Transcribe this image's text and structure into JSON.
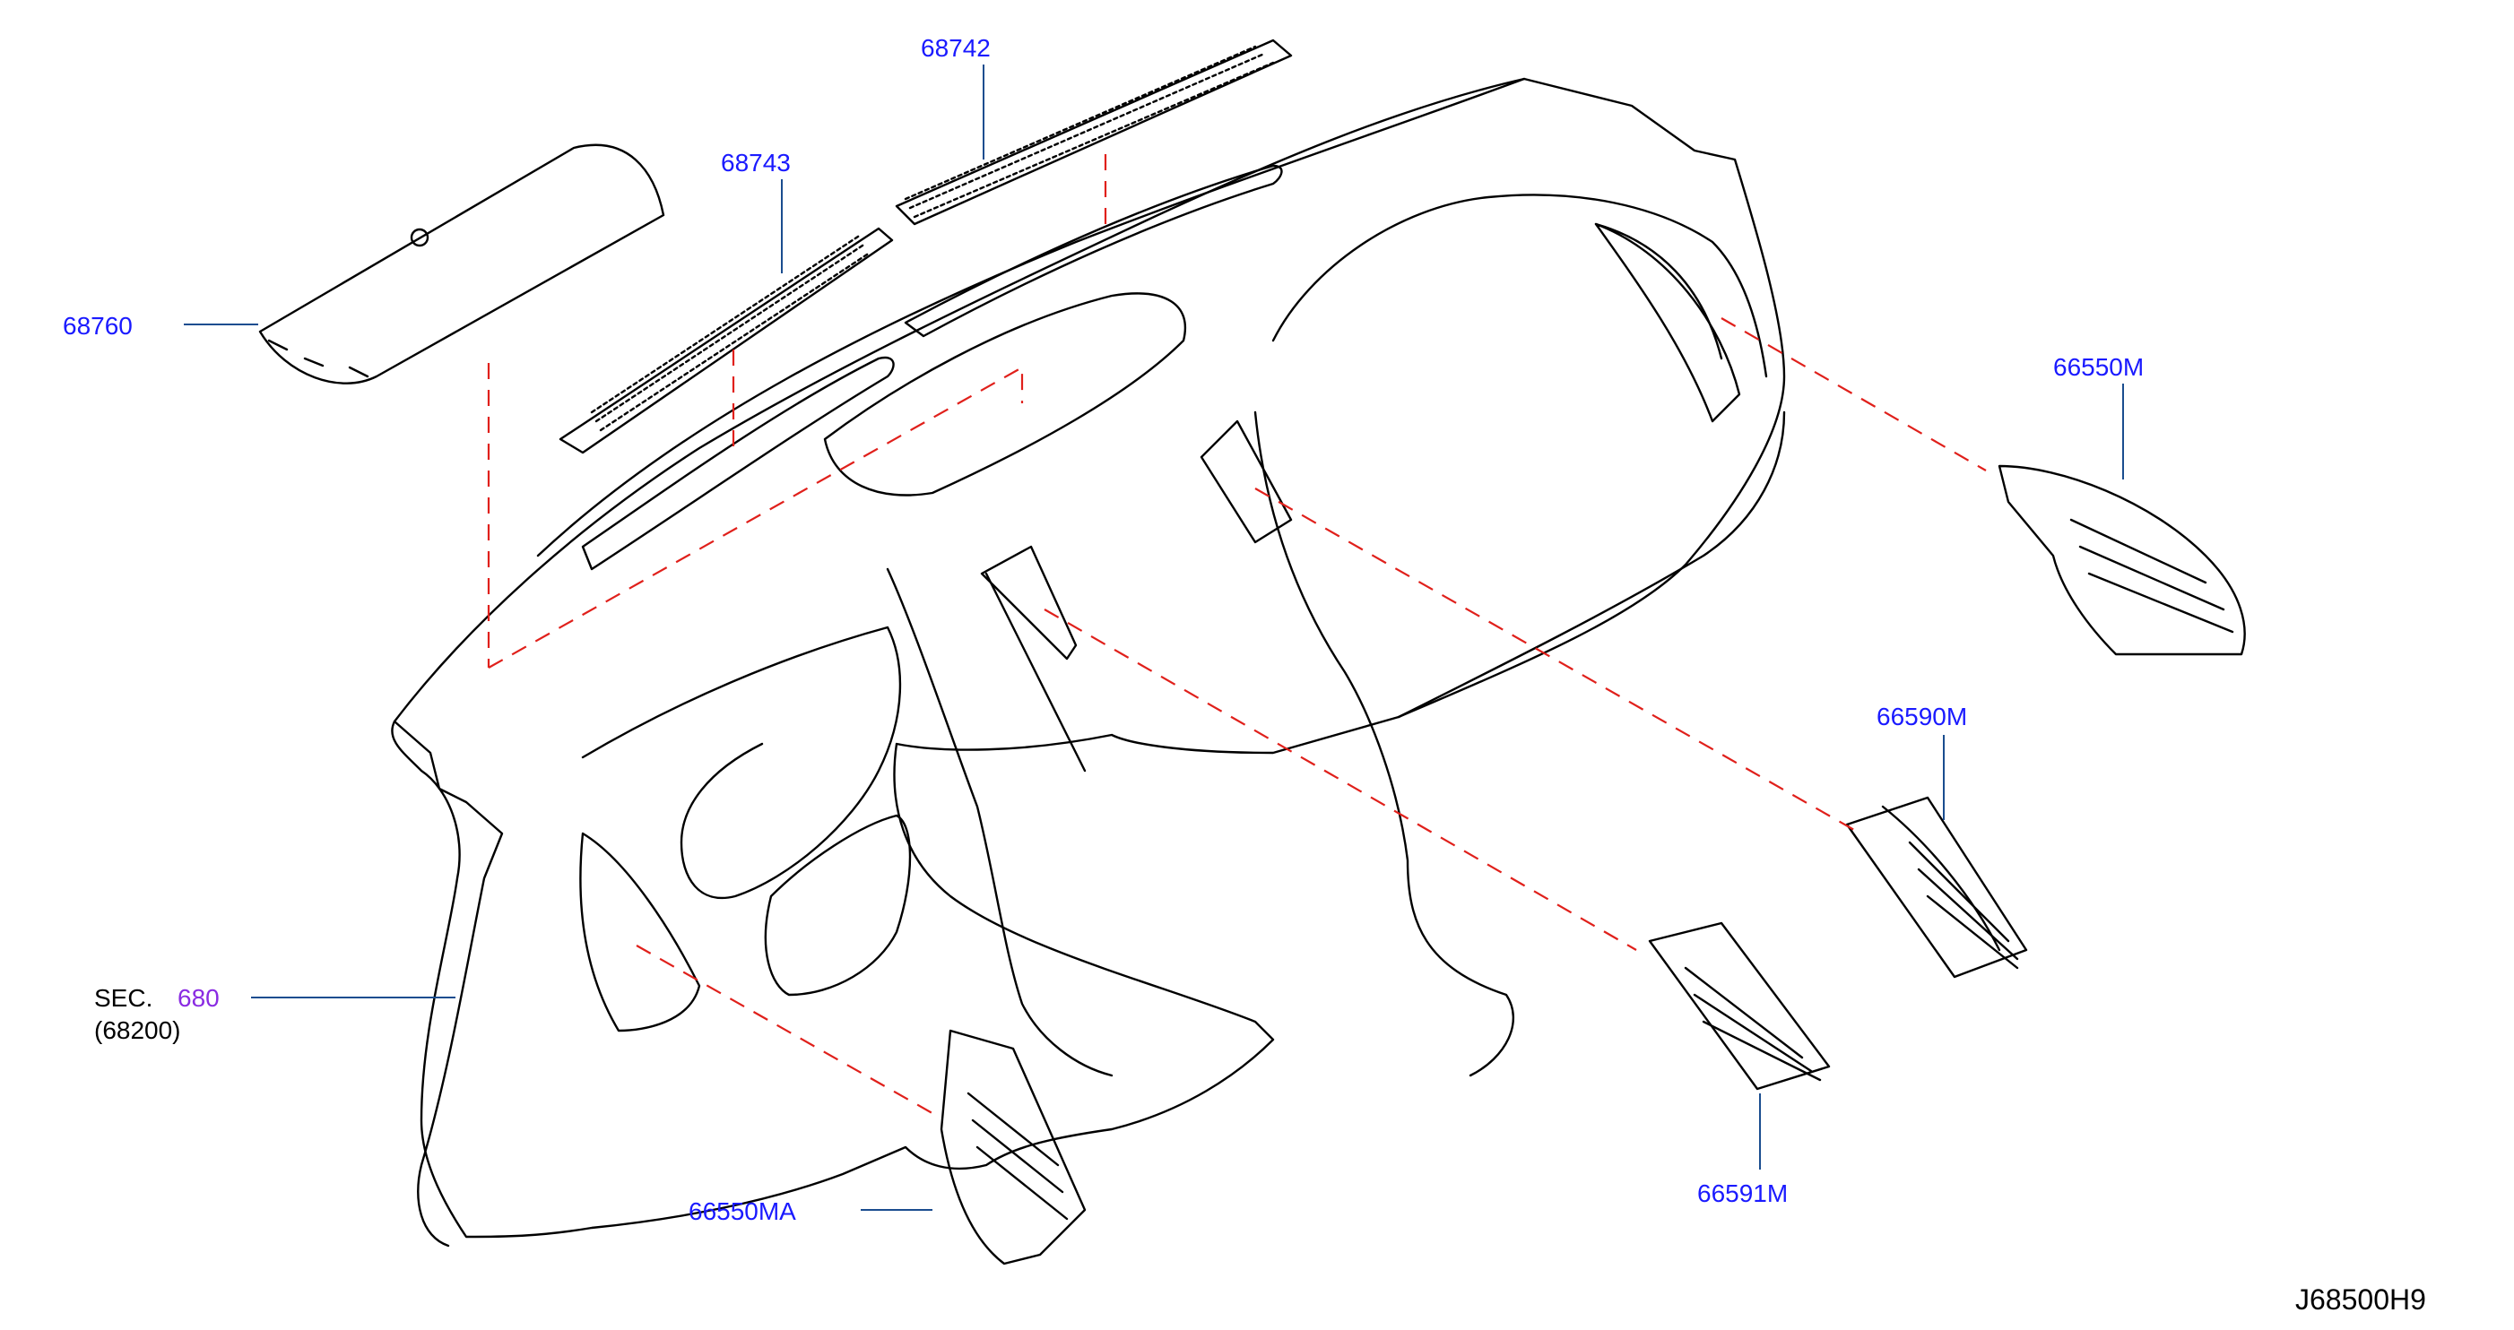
{
  "diagram": {
    "part_labels": {
      "p68742": "68742",
      "p68743": "68743",
      "p68760": "68760",
      "p66550M": "66550M",
      "p66590M": "66590M",
      "p66591M": "66591M",
      "p66550MA": "66550MA"
    },
    "section_ref": {
      "prefix": "SEC.",
      "number": "680",
      "sub": "(68200)"
    },
    "drawing_code": "J68500H9",
    "colors": {
      "label": "#1a1aff",
      "section_number": "#8a2be2",
      "leader": "#1a4d8f",
      "dashed": "#e0201b",
      "outline": "#000000"
    }
  }
}
